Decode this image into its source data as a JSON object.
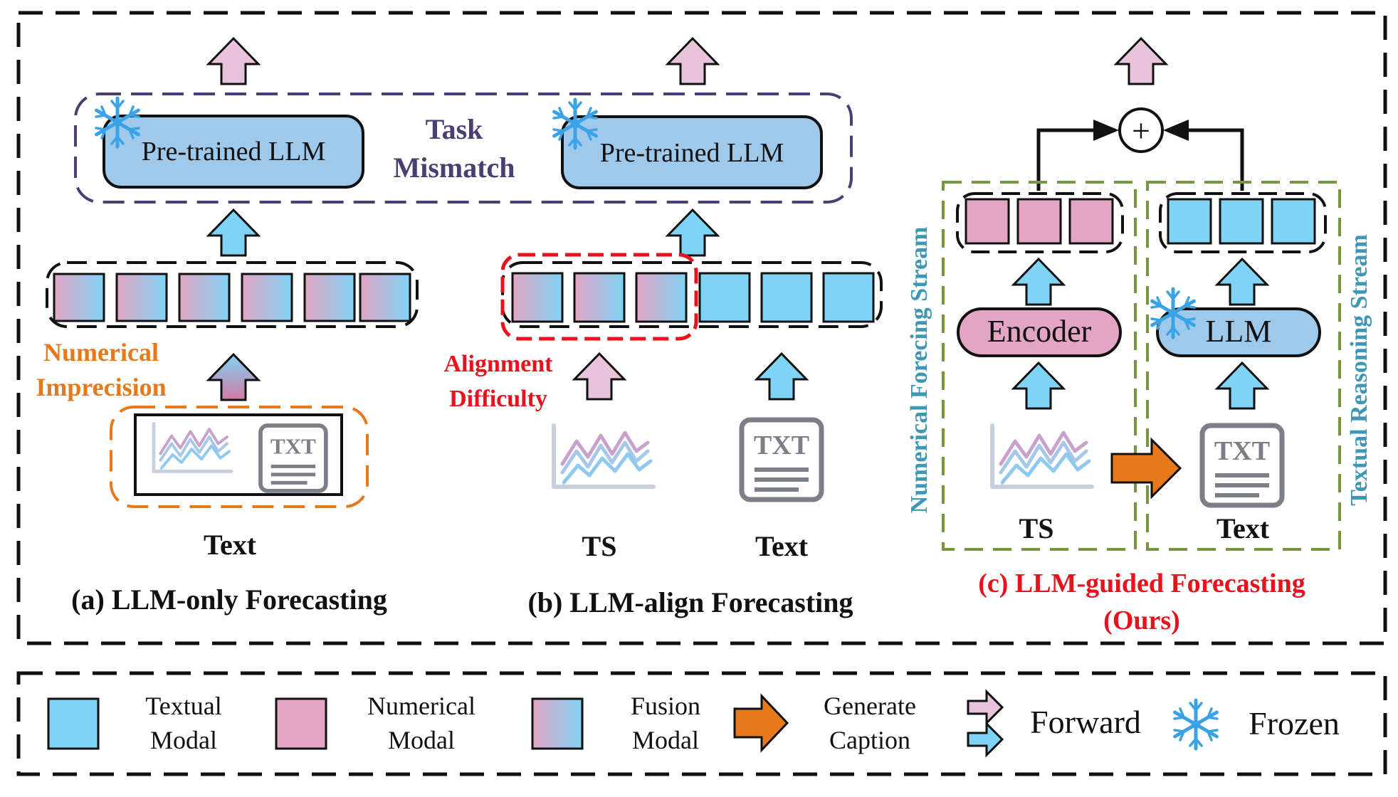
{
  "colors": {
    "textual": "#7fd3f5",
    "numerical": "#e3a5c4",
    "forward_pink": "#e8c4dc",
    "forward_blue": "#7fd3f5",
    "llm_box": "#9ec9ea",
    "purple": "#4b3f72",
    "orange": "#e8791b",
    "red": "#e8121c",
    "teal": "#3f98b3",
    "green": "#76963f",
    "snow": "#3aa3e8",
    "doc_gray": "#7d7f88"
  },
  "panel_a": {
    "llm_label": "Pre-trained LLM",
    "task_mismatch_1": "Task",
    "task_mismatch_2": "Mismatch",
    "issue_1": "Numerical",
    "issue_2": "Imprecision",
    "input_label": "Text",
    "caption": "(a) LLM-only Forecasting"
  },
  "panel_b": {
    "llm_label": "Pre-trained LLM",
    "issue_1": "Alignment",
    "issue_2": "Difficulty",
    "ts_label": "TS",
    "text_label": "Text",
    "caption": "(b) LLM-align Forecasting"
  },
  "panel_c": {
    "encoder_label": "Encoder",
    "llm_label": "LLM",
    "ts_label": "TS",
    "text_label": "Text",
    "left_stream": "Numerical Forecing Stream",
    "right_stream": "Textual Reasoning Stream",
    "plus_symbol": "+",
    "caption_1": "(c) LLM-guided Forecasting",
    "caption_2": "(Ours)"
  },
  "doc_icon_text": "TXT",
  "legend": {
    "textual_1": "Textual",
    "textual_2": "Modal",
    "numerical_1": "Numerical",
    "numerical_2": "Modal",
    "fusion_1": "Fusion",
    "fusion_2": "Modal",
    "caption_1": "Generate",
    "caption_2": "Caption",
    "forward": "Forward",
    "frozen": "Frozen"
  }
}
